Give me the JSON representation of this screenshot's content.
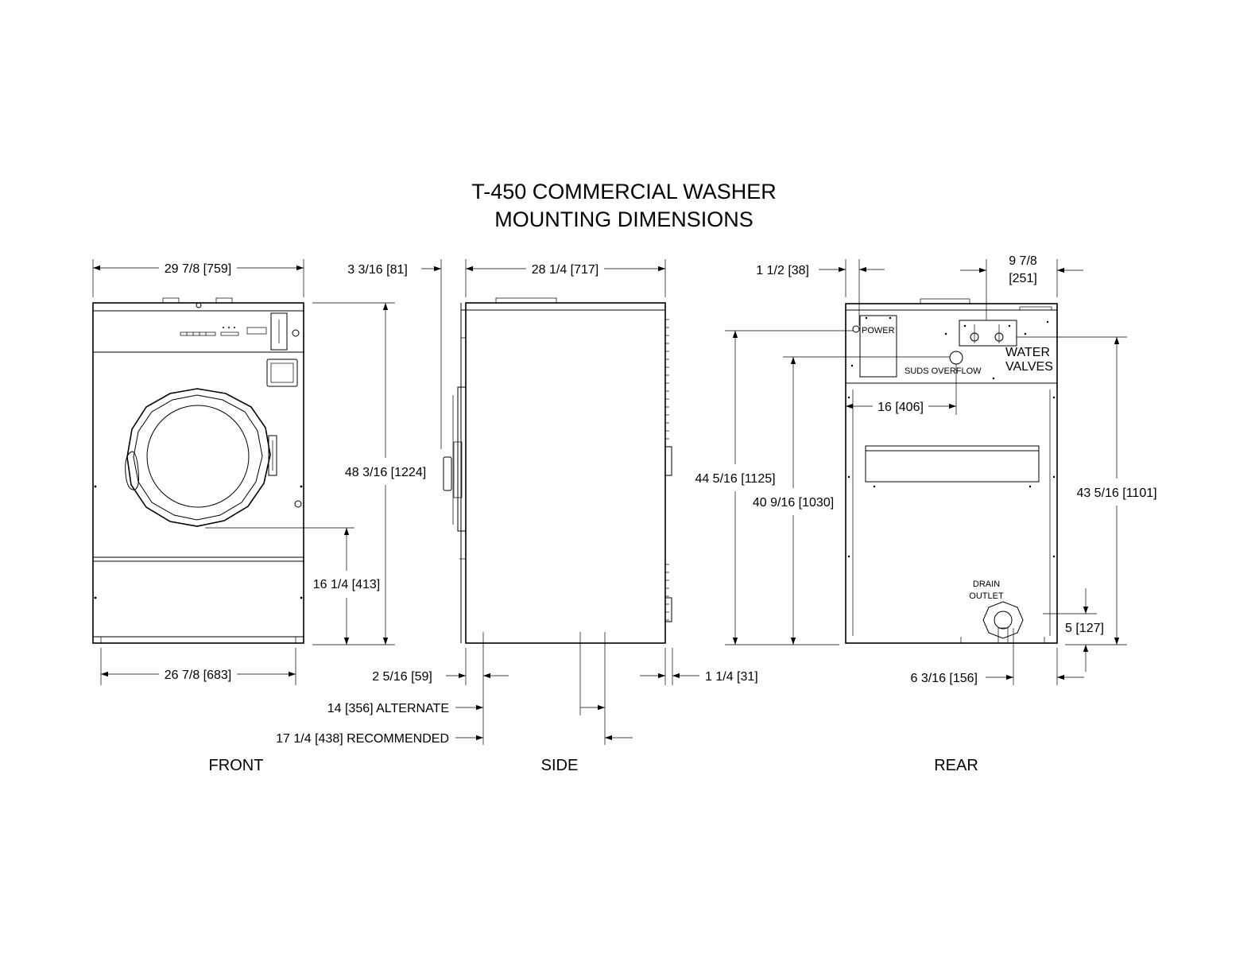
{
  "title": {
    "line1": "T-450 COMMERCIAL WASHER",
    "line2": "MOUNTING DIMENSIONS"
  },
  "views": {
    "front": "FRONT",
    "side": "SIDE",
    "rear": "REAR"
  },
  "front_dims": {
    "width_top": "29 7/8 [759]",
    "width_bottom": "26 7/8 [683]",
    "height": "48 3/16 [1224]",
    "door_center_height": "16 1/4 [413]"
  },
  "side_dims": {
    "top_offset": "3 3/16 [81]",
    "depth": "28 1/4 [717]",
    "front_foot": "2 5/16 [59]",
    "rear_foot": "1 1/4 [31]",
    "alternate": "14 [356] ALTERNATE",
    "recommended": "17 1/4 [438] RECOMMENDED"
  },
  "rear_dims": {
    "left_offset": "1 1/2 [38]",
    "right_offset_line1": "9 7/8",
    "right_offset_line2": "[251]",
    "power_height": "44 5/16 [1125]",
    "suds_height": "40 9/16 [1030]",
    "suds_offset": "16 [406]",
    "water_height": "43 5/16 [1101]",
    "drain_height": "5 [127]",
    "drain_offset": "6 3/16 [156]"
  },
  "rear_labels": {
    "power": "POWER",
    "suds_overflow": "SUDS OVERFLOW",
    "water_line1": "WATER",
    "water_line2": "VALVES",
    "drain_line1": "DRAIN",
    "drain_line2": "OUTLET"
  }
}
